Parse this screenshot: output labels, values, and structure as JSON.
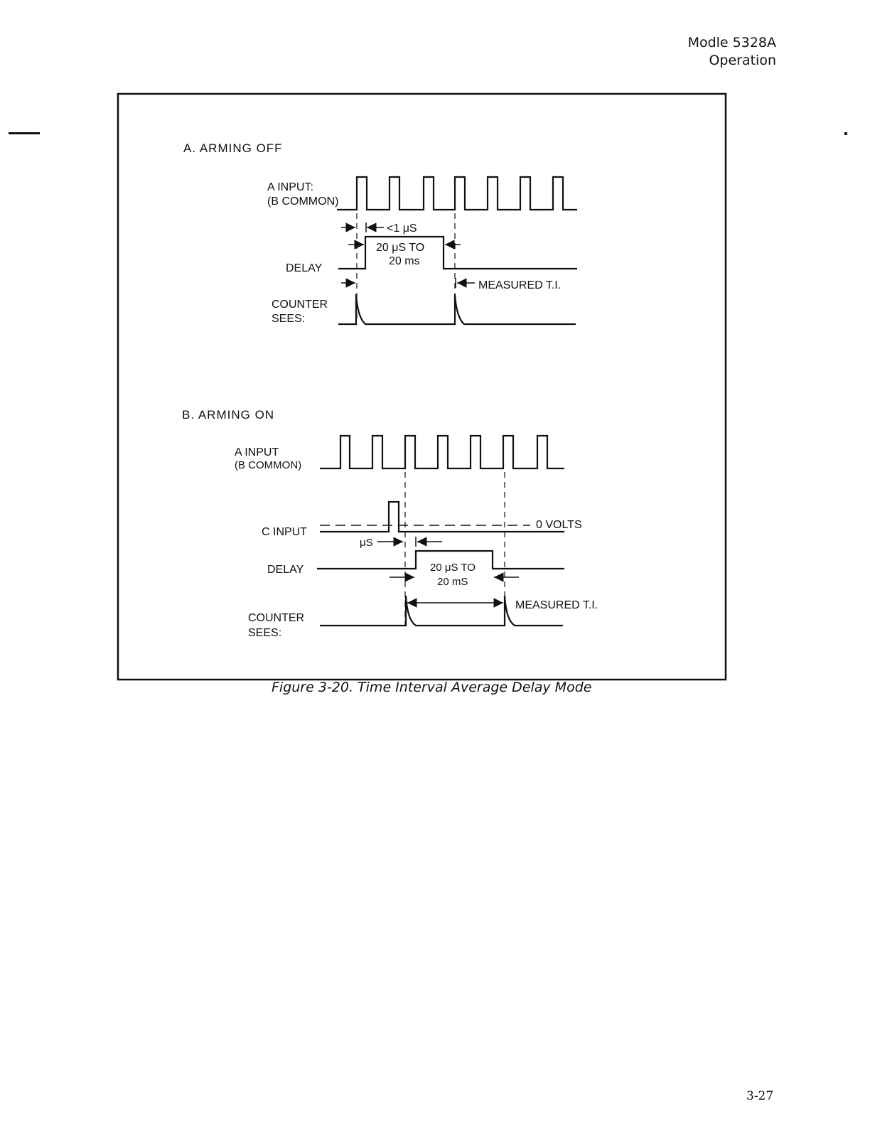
{
  "header": {
    "model": "Modle 5328A",
    "section": "Operation"
  },
  "figure": {
    "caption": "Figure 3-20.  Time Interval Average Delay Mode",
    "panel_a": {
      "title": "A.   ARMING OFF",
      "a_input_line1": "A INPUT:",
      "a_input_line2": "(B COMMON)",
      "lt1us": "<1 μS",
      "range_line1": "20  μS TO",
      "range_line2": "20 ms",
      "delay": "DELAY",
      "measured": "MEASURED T.I.",
      "counter_line1": "COUNTER",
      "counter_line2": "SEES:"
    },
    "panel_b": {
      "title": "B.   ARMING ON",
      "a_input_line1": "A INPUT",
      "a_input_line2": "(B COMMON)",
      "c_input": "C INPUT",
      "zero_volts": "0 VOLTS",
      "us": "μS",
      "delay": "DELAY",
      "range_line1": "20 μS TO",
      "range_line2": "20 mS",
      "measured": "MEASURED T.I.",
      "counter_line1": "COUNTER",
      "counter_line2": "SEES:"
    }
  },
  "page_number": "3-27"
}
